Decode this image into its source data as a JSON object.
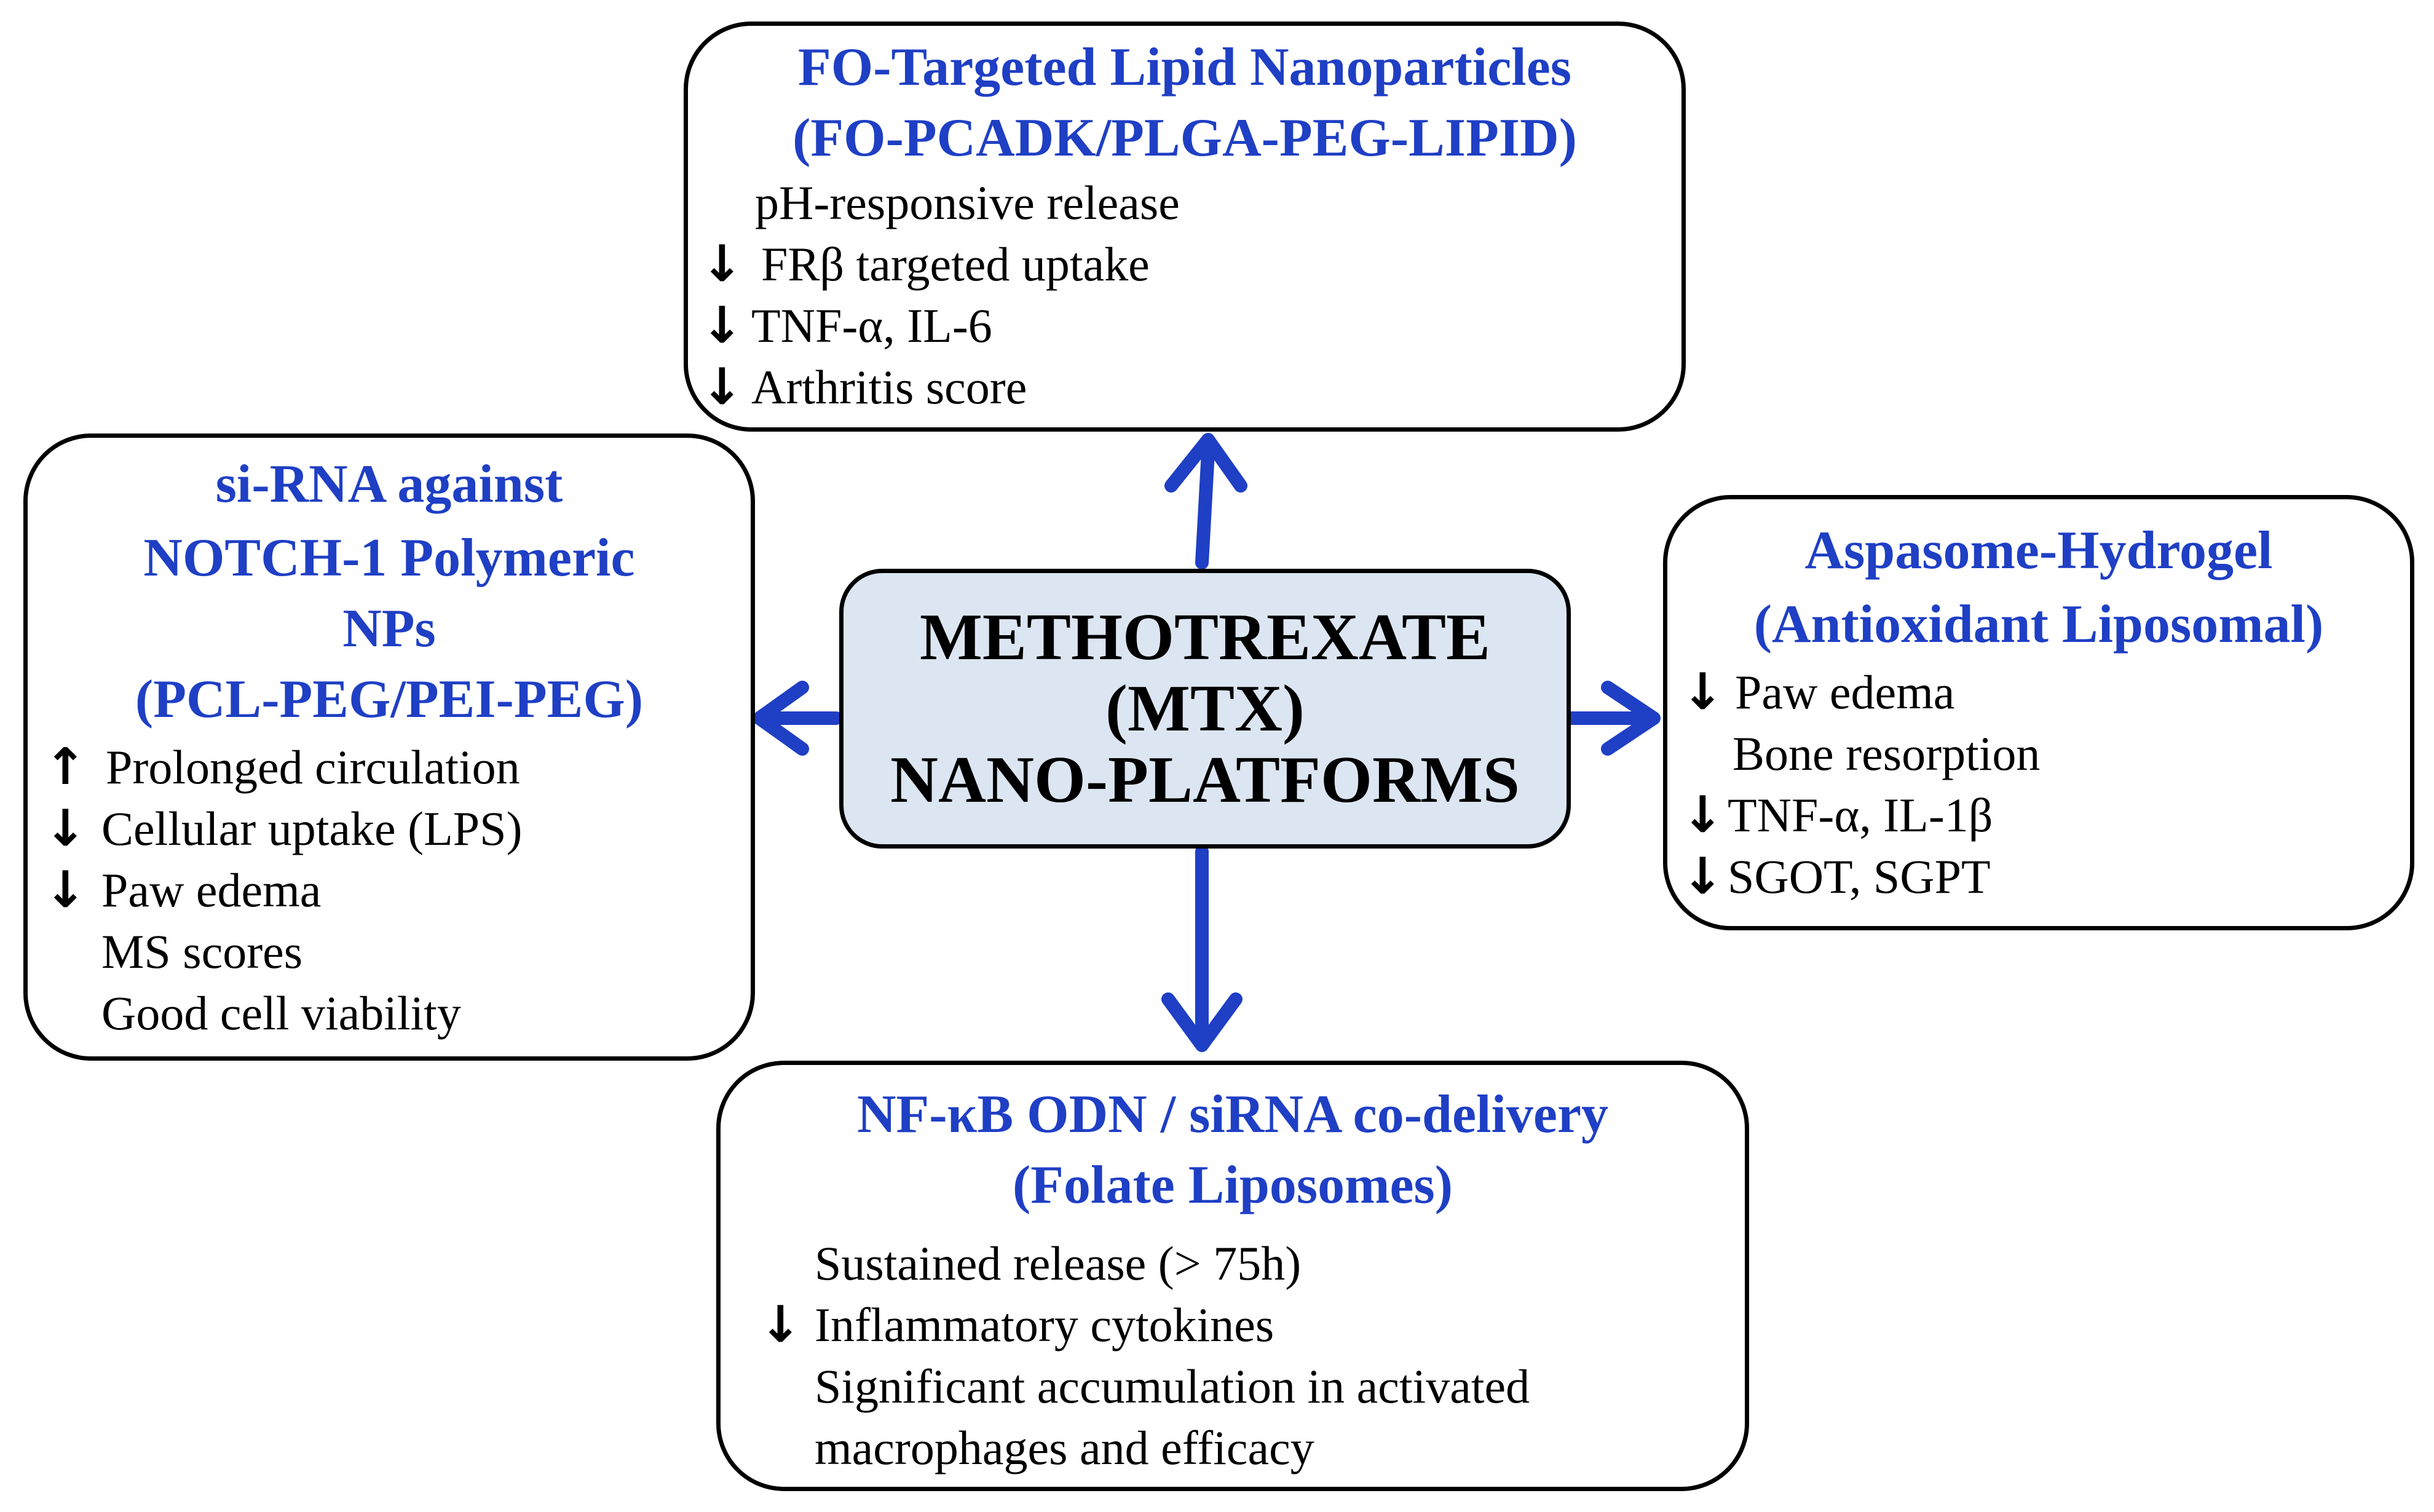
{
  "colors": {
    "title": "#1f3fc4",
    "arrow": "#1f3fc4",
    "center_fill": "#dce6f2",
    "border": "#000000"
  },
  "center": {
    "lines": [
      "METHOTREXATE",
      "(MTX)",
      "NANO-PLATFORMS"
    ]
  },
  "top": {
    "title": [
      "FO-Targeted Lipid Nanoparticles",
      "(FO-PCADK/PLGA-PEG-LIPID)"
    ],
    "items": [
      {
        "marker": "",
        "text": "pH-responsive release"
      },
      {
        "marker": "↓",
        "text": "FRβ targeted uptake"
      },
      {
        "marker": "↓",
        "text": "TNF-α, IL-6"
      },
      {
        "marker": "↓",
        "text": "Arthritis score"
      }
    ]
  },
  "left": {
    "title": [
      "si-RNA against",
      "NOTCH-1 Polymeric",
      "NPs",
      "(PCL-PEG/PEI-PEG)"
    ],
    "items": [
      {
        "marker": "↑",
        "text": "Prolonged circulation"
      },
      {
        "marker": "↓",
        "text": "Cellular uptake (LPS)"
      },
      {
        "marker": "↓",
        "text": "Paw edema"
      },
      {
        "marker": "",
        "text": "MS scores"
      },
      {
        "marker": "",
        "text": "Good cell viability"
      }
    ]
  },
  "right": {
    "title": [
      "Aspasome-Hydrogel",
      "(Antioxidant Liposomal)"
    ],
    "items": [
      {
        "marker": "↓",
        "text": "Paw edema"
      },
      {
        "marker": "",
        "text": "Bone resorption"
      },
      {
        "marker": "↓",
        "text": "TNF-α, IL-1β"
      },
      {
        "marker": "↓",
        "text": "SGOT, SGPT"
      }
    ]
  },
  "bottom": {
    "title": [
      "NF-κB ODN / siRNA co-delivery",
      "(Folate Liposomes)"
    ],
    "items": [
      {
        "marker": "",
        "text": "Sustained release (> 75h)"
      },
      {
        "marker": "↓",
        "text": "Inflammatory cytokines"
      },
      {
        "marker": "",
        "text": "Significant accumulation in activated"
      },
      {
        "marker": "",
        "text": "macrophages and efficacy"
      }
    ]
  }
}
